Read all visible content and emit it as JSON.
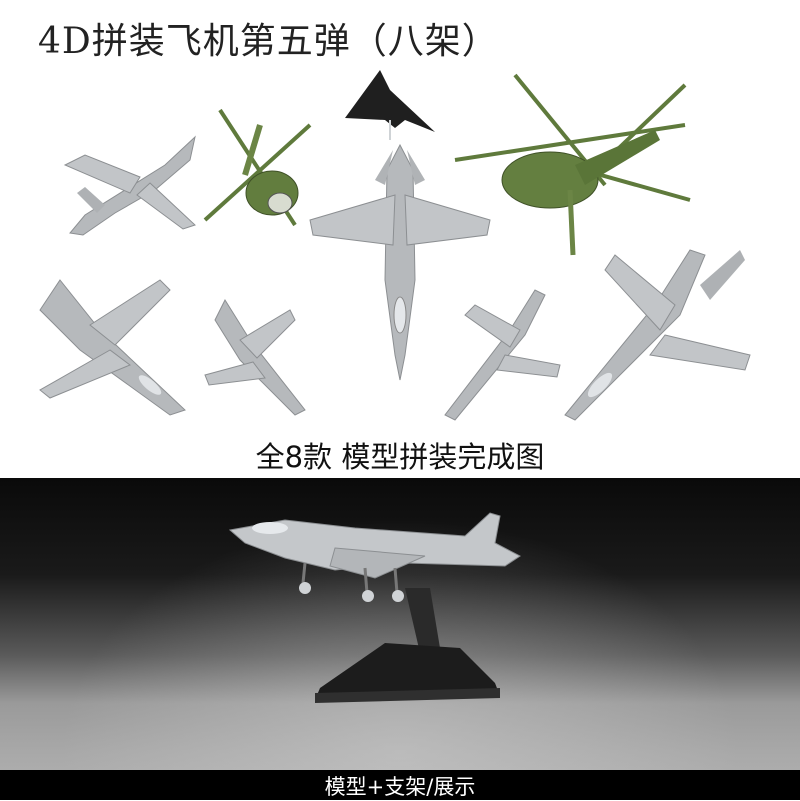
{
  "title": "4D拼装飞机第五弹（八架）",
  "caption": "全8款  模型拼装完成图",
  "footer": "模型+支架/展示",
  "colors": {
    "model_gray": "#b9bcbf",
    "helicopter_green": "#5f7a3c",
    "stand_black": "#1c1c1c"
  }
}
